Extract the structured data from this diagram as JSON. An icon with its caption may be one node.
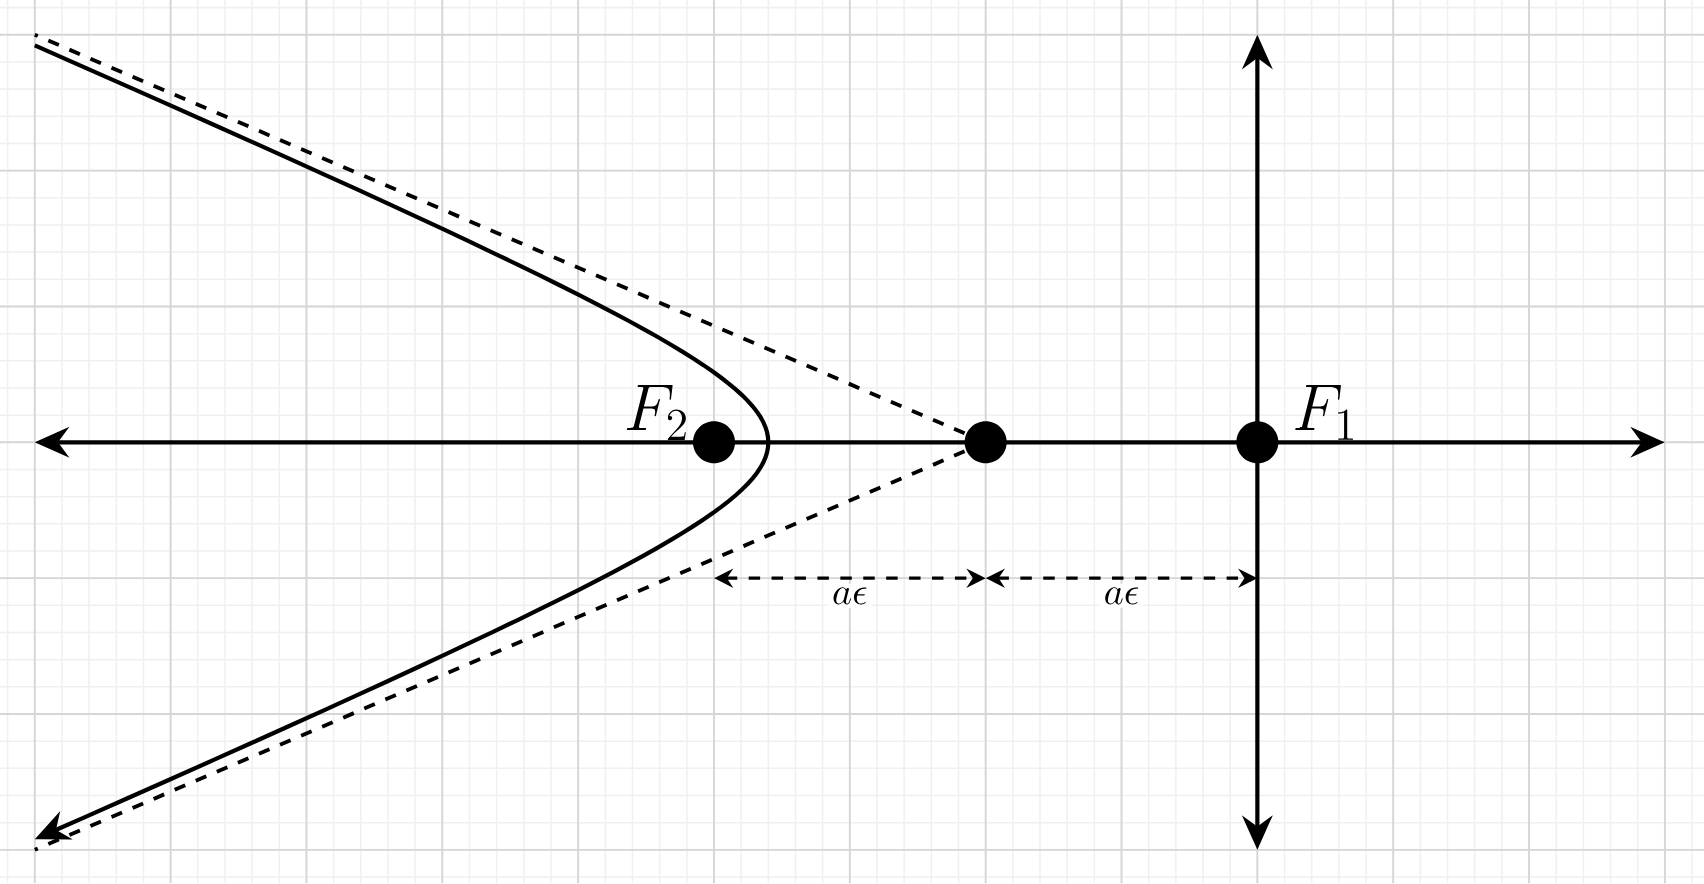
{
  "diagram": {
    "nodes": [
      {
        "text": [],
        "shape": "circle",
        "beside": [
          "F_2"
        ]
      },
      {
        "text": [],
        "shape": "circle"
      },
      {
        "text": [],
        "shape": "circle",
        "beside": [
          "F_1"
        ]
      }
    ],
    "labels": [
      "a\\epsilon",
      "a\\epsilon"
    ]
  }
}
